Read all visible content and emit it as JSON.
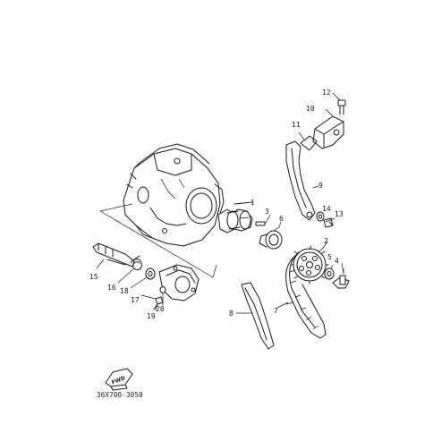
{
  "diagram": {
    "part_numbers": {
      "p1": "1",
      "p2": "2",
      "p3": "3",
      "p4": "4",
      "p5": "5",
      "p6": "6",
      "p7": "7",
      "p8": "8",
      "p9": "9",
      "p10": "10",
      "p11": "11",
      "p12": "12",
      "p13": "13",
      "p14": "14",
      "p15": "15",
      "p16": "16",
      "p17": "17",
      "p18": "18",
      "p19": "19",
      "p20": "20"
    },
    "fwd_label": "FWD",
    "drawing_code": "36X700-3050"
  }
}
